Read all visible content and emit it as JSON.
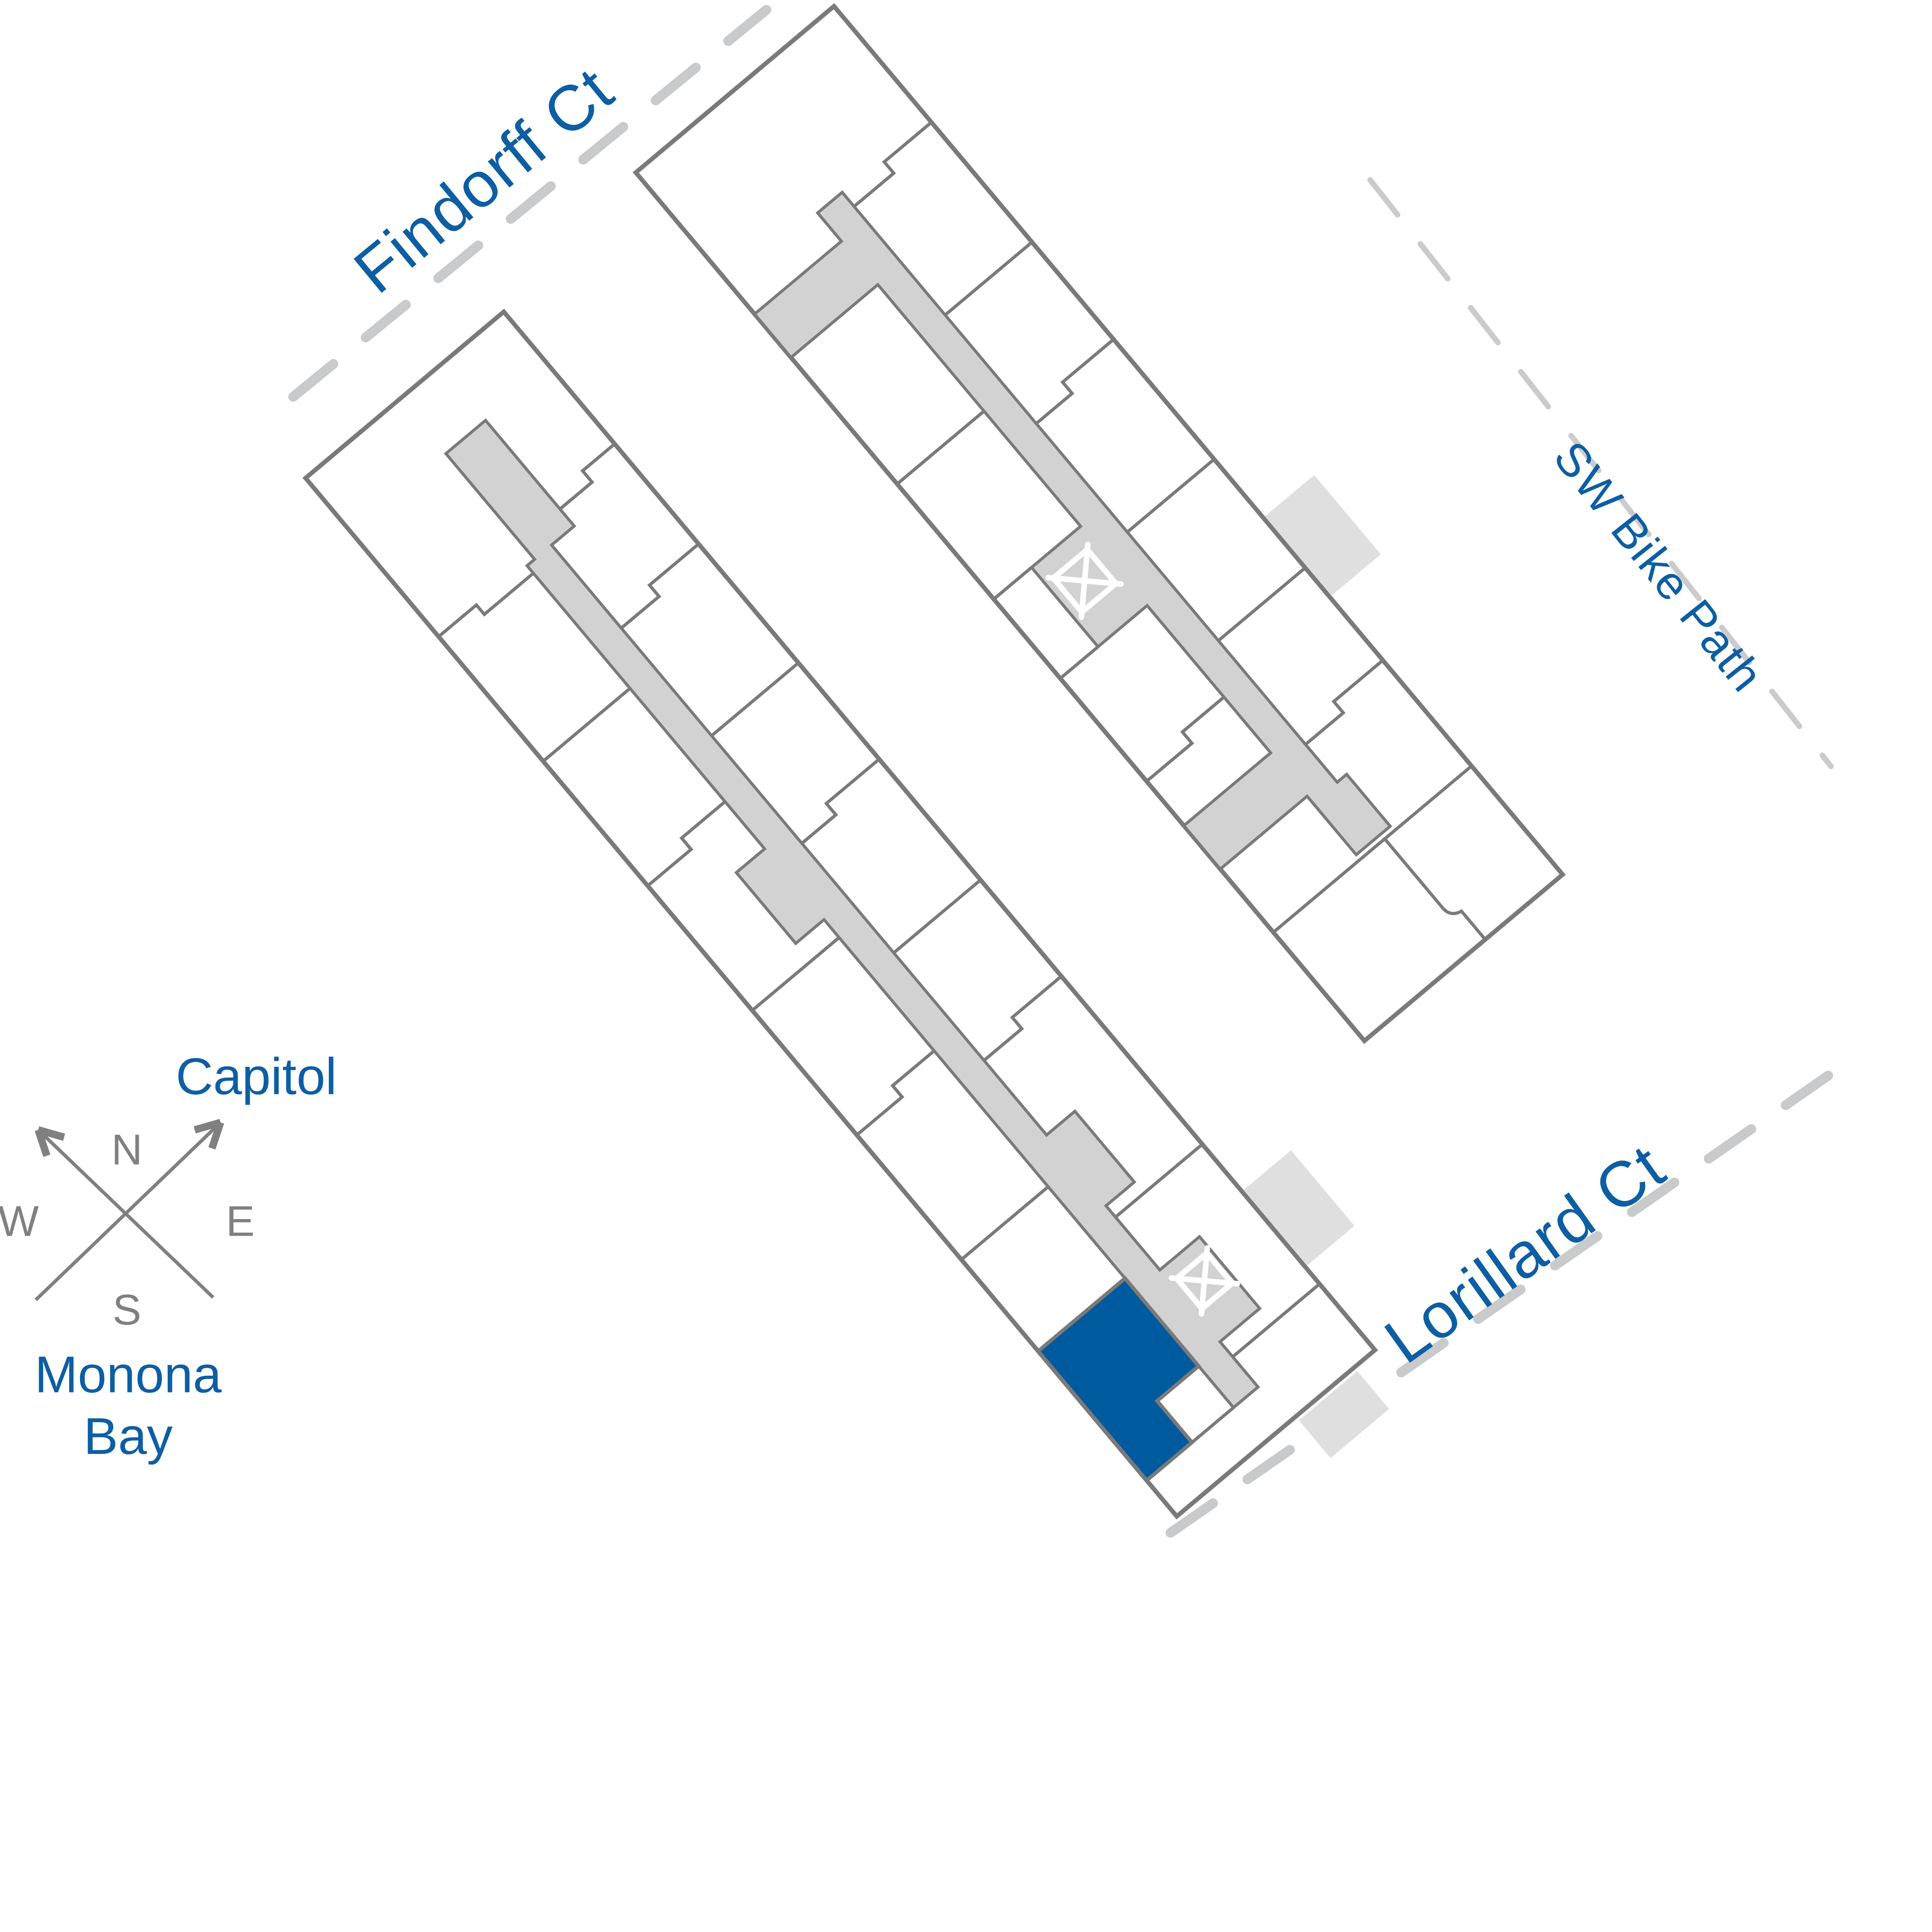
{
  "colors": {
    "bg": "#FFFFFF",
    "wall": "#7A7A7A",
    "corridor": "#D2D2D2",
    "walkway": "#DFDFDF",
    "highlight": "#005B9E",
    "label_blue": "#0D5EA3",
    "street_dash": "#C8CACC",
    "bike_dash": "#CBCBCB",
    "compass": "#808080",
    "elev": "#FFFFFF"
  },
  "map": {
    "streets": [
      {
        "id": "findorff",
        "label": "Findorff Ct"
      },
      {
        "id": "sw-bike-path",
        "label": "SW Bike Path"
      },
      {
        "id": "lorillard",
        "label": "Lorillard Ct"
      }
    ],
    "landmarks": {
      "capitol": {
        "label": "Capitol"
      },
      "monona_bay": {
        "lines": [
          "Monona",
          "Bay"
        ]
      }
    },
    "compass": {
      "n": "N",
      "e": "E",
      "s": "S",
      "w": "W"
    },
    "icons": [
      {
        "name": "elevator-x-icon",
        "shape": "X"
      }
    ]
  }
}
